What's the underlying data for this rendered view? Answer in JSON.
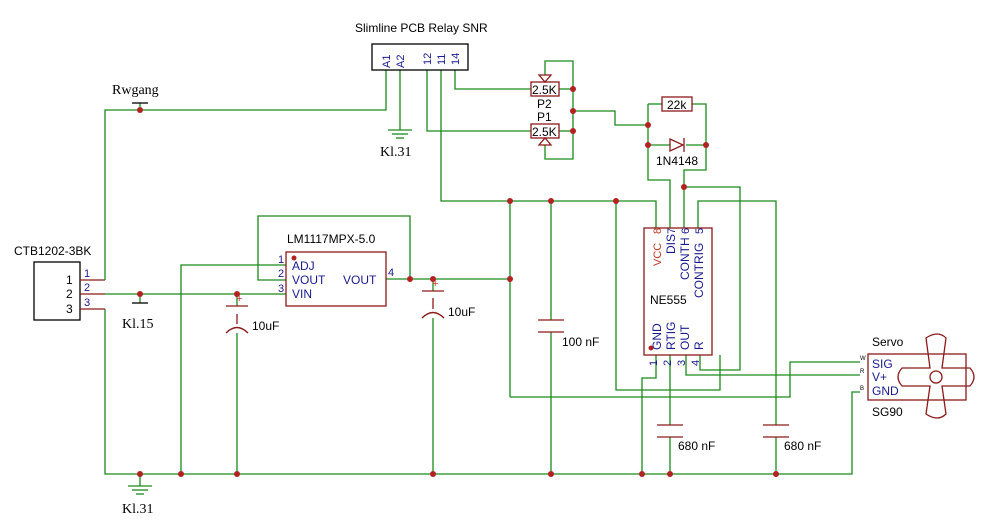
{
  "colors": {
    "wire": "#1a8a1a",
    "component": "#8b1a1a",
    "junction": "#b22222",
    "pin_label": "#1a1a8c"
  },
  "relay": {
    "title": "Slimline PCB Relay SNR",
    "pins": [
      "A1",
      "A2",
      "12",
      "11",
      "14"
    ]
  },
  "connector": {
    "name": "CTB1202-3BK",
    "pins": [
      "1",
      "2",
      "3"
    ]
  },
  "regulator": {
    "name": "LM1117MPX-5.0",
    "pins": {
      "adj": "ADJ",
      "vout_left": "VOUT",
      "vin": "VIN",
      "vout_right": "VOUT"
    },
    "pin_numbers": [
      "1",
      "2",
      "3",
      "4"
    ]
  },
  "timer": {
    "name": "NE555",
    "top_pins": [
      "VCC",
      "DIS",
      "CONTH",
      "CONTRIG"
    ],
    "top_pin_numbers": [
      "8",
      "7",
      "6",
      "5"
    ],
    "bottom_pins": [
      "GND",
      "RTIG",
      "OUT",
      "R"
    ],
    "bottom_pin_numbers": [
      "1",
      "2",
      "3",
      "4"
    ]
  },
  "servo": {
    "title": "Servo",
    "name": "SG90",
    "pins": [
      "SIG",
      "V+",
      "GND"
    ],
    "wire_codes": [
      "W",
      "R",
      "B"
    ]
  },
  "labels": {
    "rwgang": "Rwgang",
    "kl31_top": "Kl.31",
    "kl15": "Kl.15",
    "kl31_bottom": "Kl.31",
    "p1": "P1",
    "p2": "P2",
    "pot1": "2.5K",
    "pot2": "2.5K",
    "r22k": "22k",
    "diode": "1N4148",
    "c_vin": "10uF",
    "c_vout": "10uF",
    "c100": "100 nF",
    "c680a": "680 nF",
    "c680b": "680 nF",
    "plus_sign": "+"
  }
}
